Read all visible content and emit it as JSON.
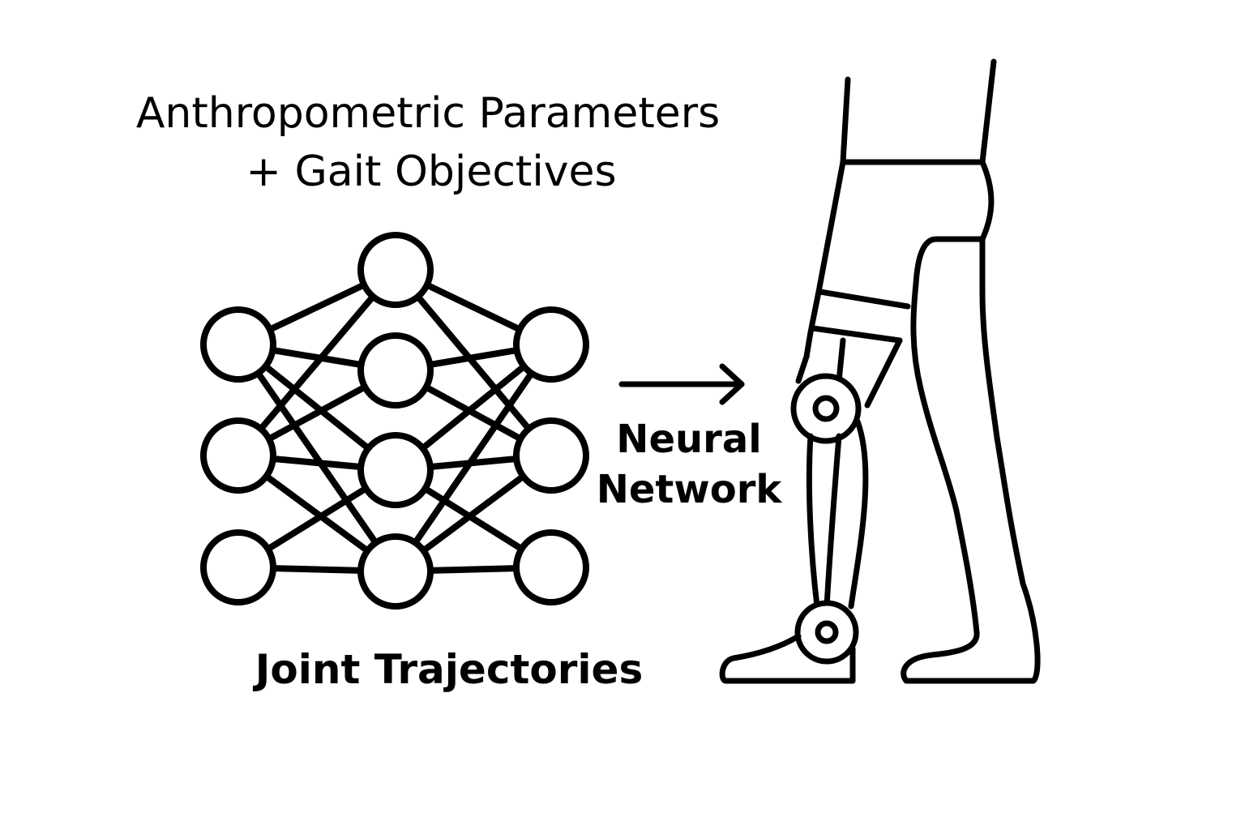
{
  "title": {
    "line1": "Anthropometric Parameters",
    "line2": "+ Gait Objectives"
  },
  "network_label": {
    "line1": "Neural",
    "line2": "Network"
  },
  "output_label": "Joint Trajectories",
  "icons": {
    "network": "neural-network-icon",
    "arrow": "arrow-right-icon",
    "legs": "prosthetic-leg-icon"
  },
  "colors": {
    "stroke": "#000000",
    "background": "#ffffff"
  }
}
